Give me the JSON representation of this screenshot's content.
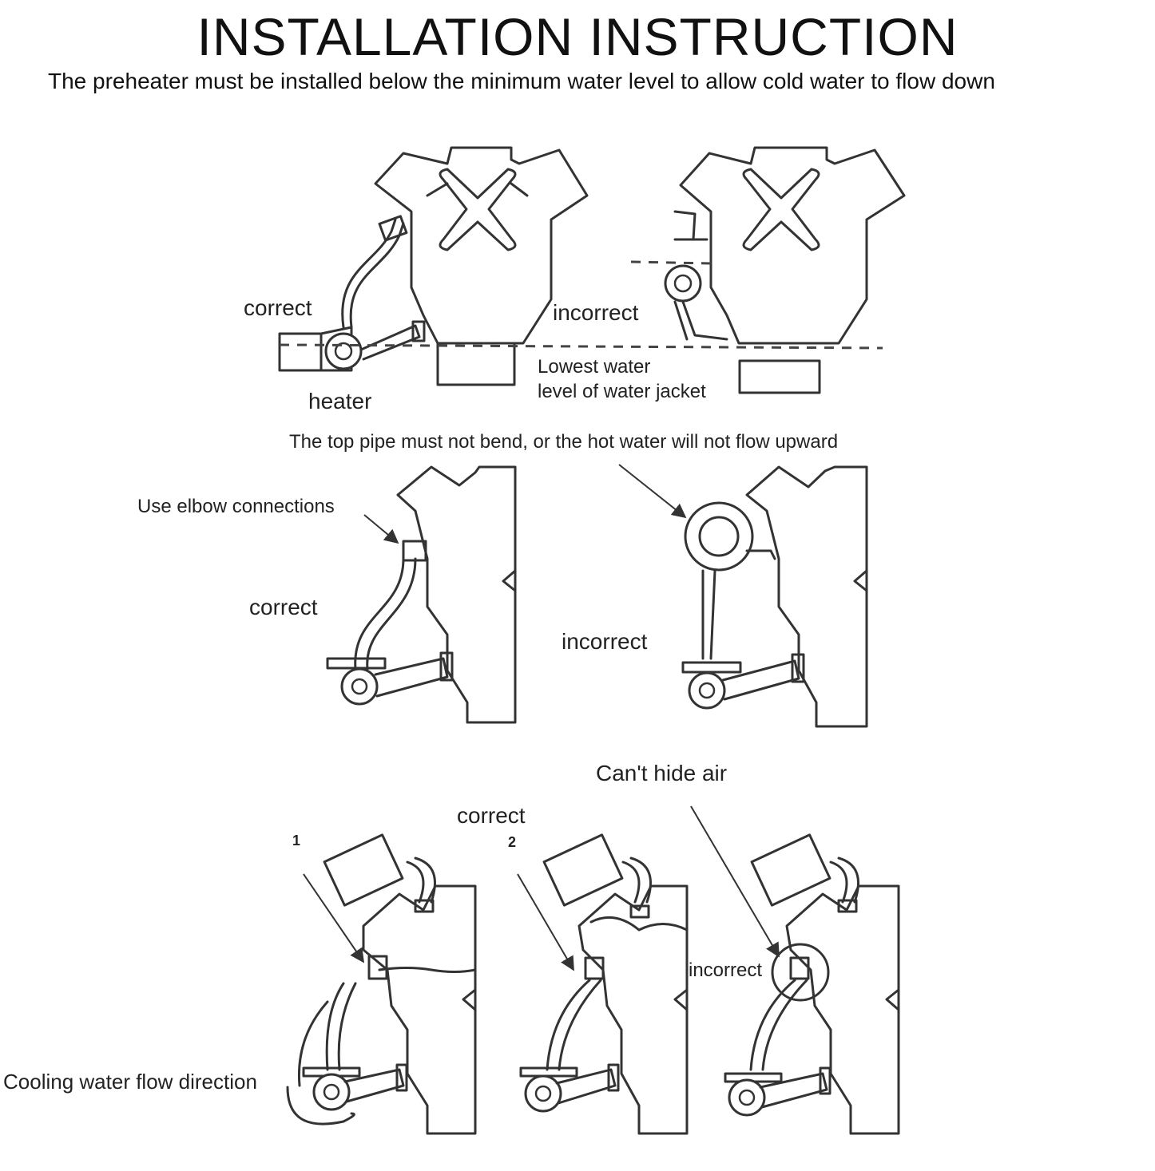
{
  "title": "INSTALLATION INSTRUCTION",
  "subtitle": "The preheater must be installed below the minimum water level to allow cold water to flow down",
  "row1": {
    "correct_label": "correct",
    "incorrect_label": "incorrect",
    "heater_label": "heater",
    "water_level_line1": "Lowest water",
    "water_level_line2": "level of water jacket"
  },
  "row2": {
    "note": "The top pipe must not bend, or the hot water will not flow upward",
    "elbow_note": "Use elbow connections",
    "correct_label": "correct",
    "incorrect_label": "incorrect"
  },
  "row3": {
    "air_note": "Can't hide air",
    "correct_label": "correct",
    "num1": "1",
    "num2": "2",
    "incorrect_label": "incorrect",
    "flow_label": "Cooling water flow direction"
  }
}
